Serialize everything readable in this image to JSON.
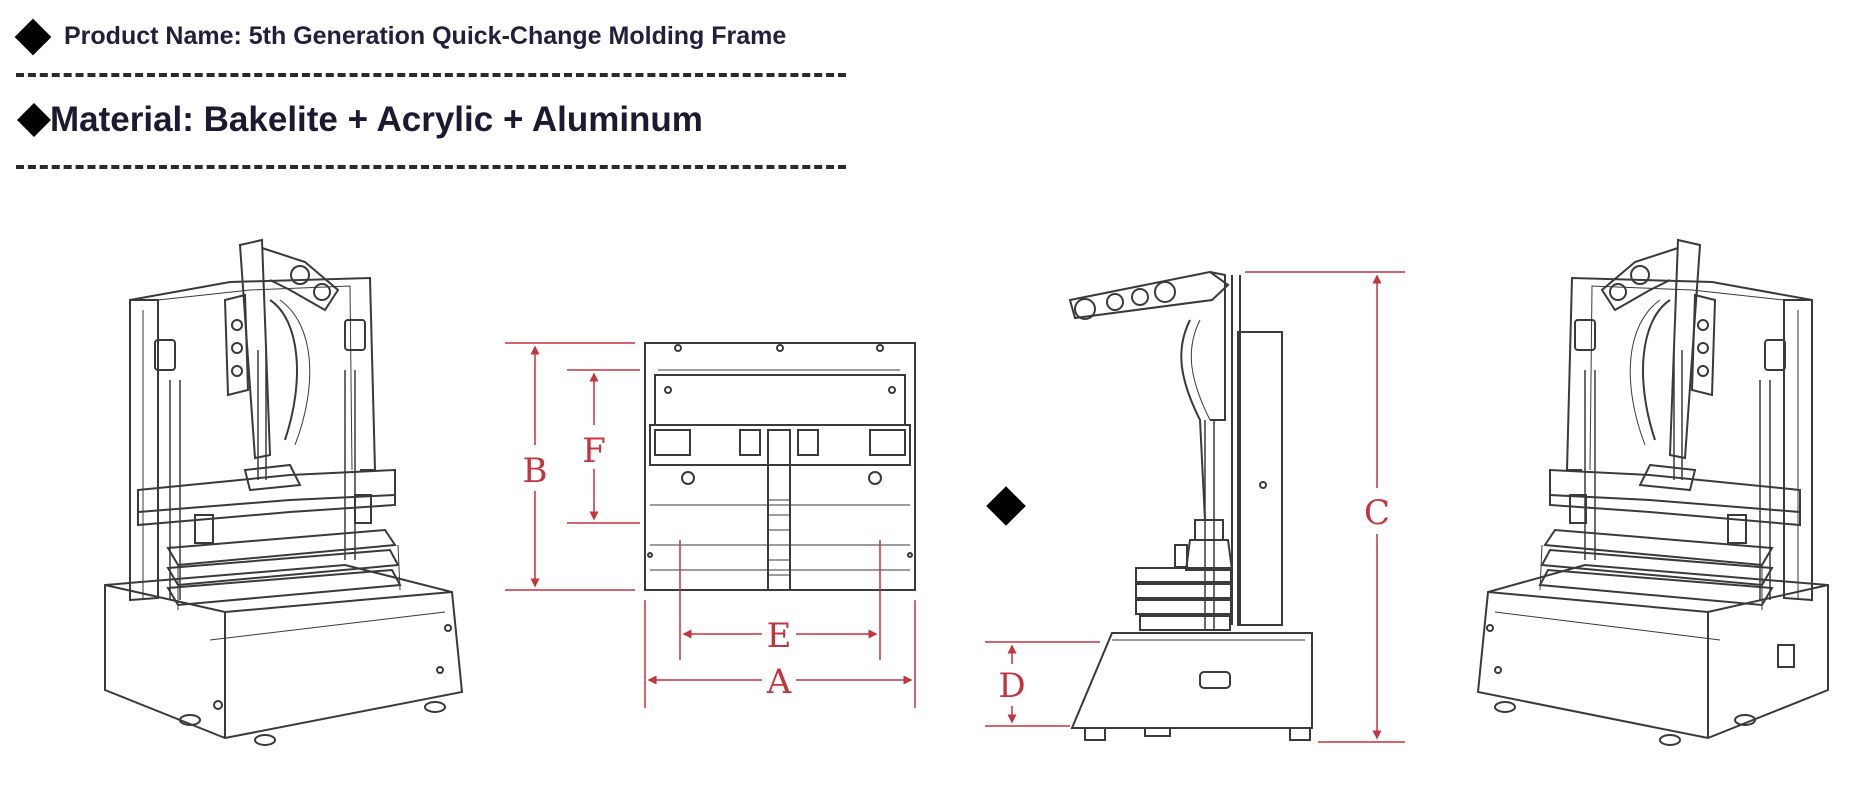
{
  "product": {
    "label": "Product Name: 5th Generation Quick-Change Molding Frame"
  },
  "material": {
    "label": "Material: Bakelite + Acrylic + Aluminum"
  },
  "dimensions": {
    "A": "A",
    "B": "B",
    "C": "C",
    "D": "D",
    "E": "E",
    "F": "F"
  },
  "colors": {
    "dimension_red": "#c4343c",
    "line_art": "#3a3a3a",
    "text": "#221f3c"
  }
}
